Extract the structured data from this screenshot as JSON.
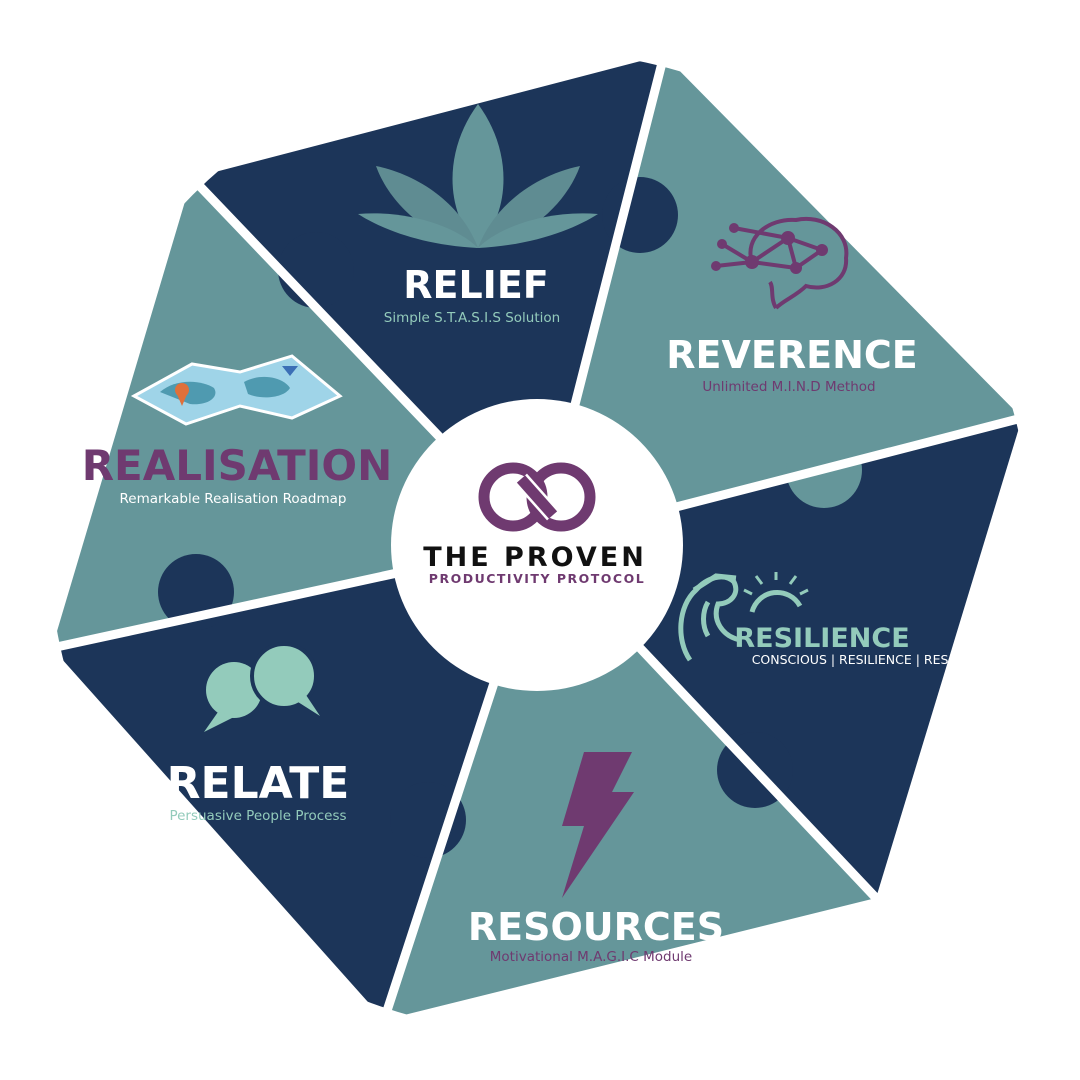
{
  "colors": {
    "navy": "#1c3559",
    "teal": "#65969a",
    "purple": "#6f3a70",
    "mint": "#93cbbb",
    "white": "#ffffff",
    "black": "#111111"
  },
  "center": {
    "logo_icon": "infinity-loop-icon",
    "title": "THE PROVEN",
    "subtitle": "PRODUCTIVITY PROTOCOL"
  },
  "segments": [
    {
      "id": "relief",
      "title": "RELIEF",
      "subtitle": "Simple S.T.A.S.I.S Solution",
      "icon": "lotus-icon",
      "fill": "navy"
    },
    {
      "id": "reverence",
      "title": "REVERENCE",
      "subtitle": "Unlimited M.I.N.D Method",
      "icon": "brain-network-icon",
      "fill": "teal"
    },
    {
      "id": "resilience",
      "title": "RESILIENCE",
      "subtitle": "CONSCIOUS | RESILIENCE | RESOLUTION",
      "icon": "flexed-arm-sun-icon",
      "fill": "navy"
    },
    {
      "id": "resources",
      "title": "RESOURCES",
      "subtitle": "Motivational M.A.G.I.C Module",
      "icon": "lightning-bolt-icon",
      "fill": "teal"
    },
    {
      "id": "relate",
      "title": "RELATE",
      "subtitle": "Persuasive People Process",
      "icon": "speech-bubbles-icon",
      "fill": "navy"
    },
    {
      "id": "realisation",
      "title": "REALISATION",
      "subtitle": "Remarkable Realisation Roadmap",
      "icon": "folded-map-icon",
      "fill": "teal"
    }
  ]
}
